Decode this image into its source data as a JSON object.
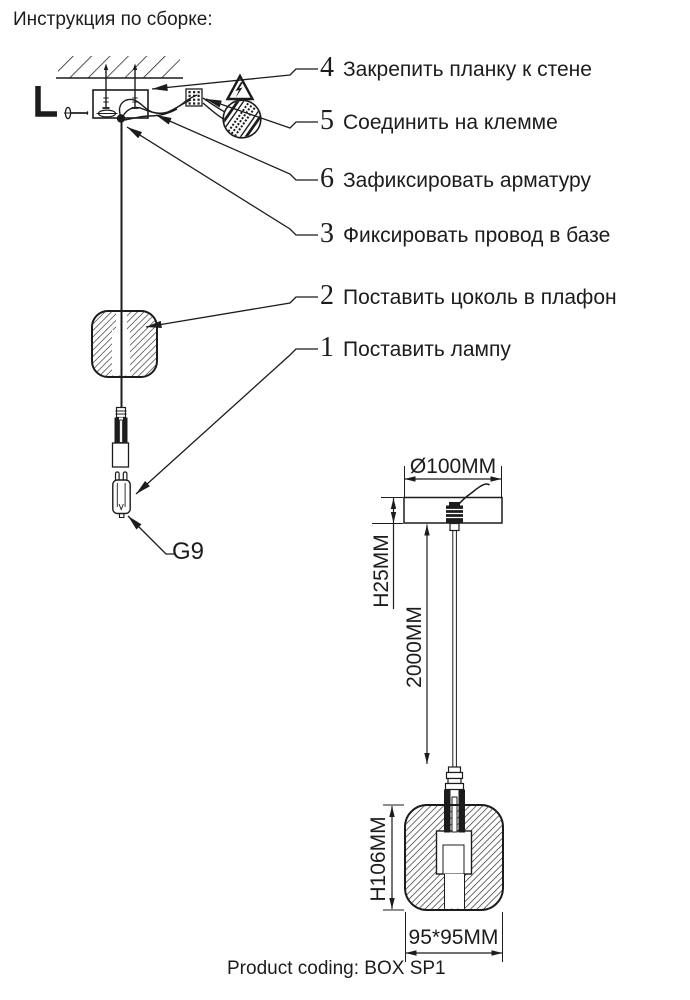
{
  "title": "Инструкция по сборке:",
  "steps": [
    {
      "num": "4",
      "label": "Закрепить планку к стене"
    },
    {
      "num": "5",
      "label": "Соединить на клемме"
    },
    {
      "num": "6",
      "label": "Зафиксировать арматуру"
    },
    {
      "num": "3",
      "label": "Фиксировать провод в базе"
    },
    {
      "num": "2",
      "label": "Поставить цоколь в плафон"
    },
    {
      "num": "1",
      "label": "Поставить лампу"
    }
  ],
  "bulb_type": "G9",
  "dimensions": {
    "canopy_diameter": "Ø100MM",
    "canopy_height": "H25MM",
    "cord_length": "2000MM",
    "shade_height": "H106MM",
    "shade_footprint": "95*95MM"
  },
  "footer": {
    "product_coding": "Product coding: BOX SP1"
  },
  "colors": {
    "line": "#1c1c1c",
    "background": "#ffffff"
  }
}
